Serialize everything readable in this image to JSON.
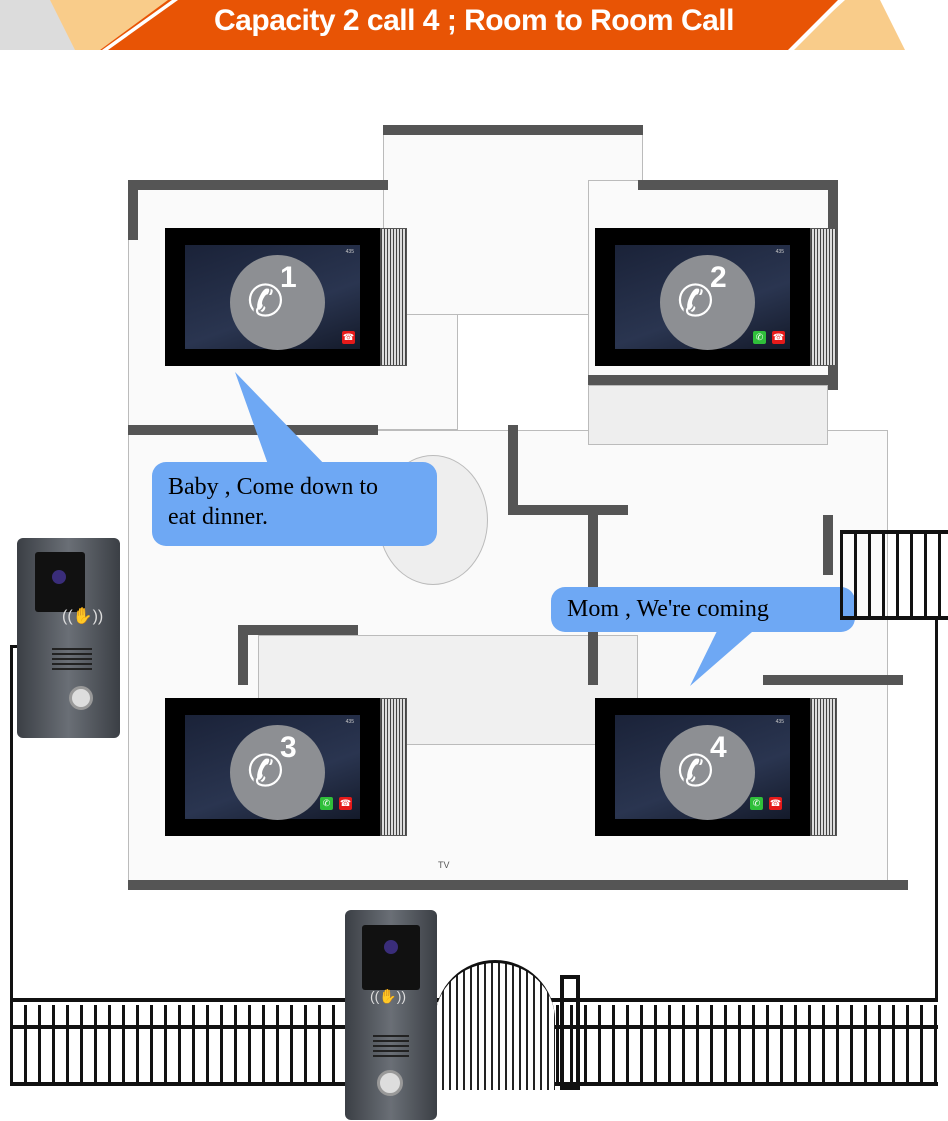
{
  "banner": {
    "title": "Capacity 2 call 4 ; Room to Room Call",
    "colors": {
      "main": "#e85405",
      "accent": "#f9cc8a",
      "side": "#dcdcdc"
    }
  },
  "monitors": [
    {
      "number": "1",
      "status": "435",
      "buttons": [
        "hangup"
      ]
    },
    {
      "number": "2",
      "status": "435",
      "buttons": [
        "answer",
        "hangup"
      ]
    },
    {
      "number": "3",
      "status": "435",
      "buttons": [
        "answer",
        "hangup"
      ]
    },
    {
      "number": "4",
      "status": "435",
      "buttons": [
        "answer",
        "hangup"
      ]
    }
  ],
  "bubbles": [
    {
      "text_line1": "Baby , Come down to",
      "text_line2": "eat dinner."
    },
    {
      "text": "Mom , We're  coming"
    }
  ],
  "floorplan": {
    "labels": {
      "tv": "TV"
    }
  },
  "colors": {
    "bubble": "#6ea8f4",
    "answer": "#2fbf3a",
    "hangup": "#e51a1a"
  }
}
